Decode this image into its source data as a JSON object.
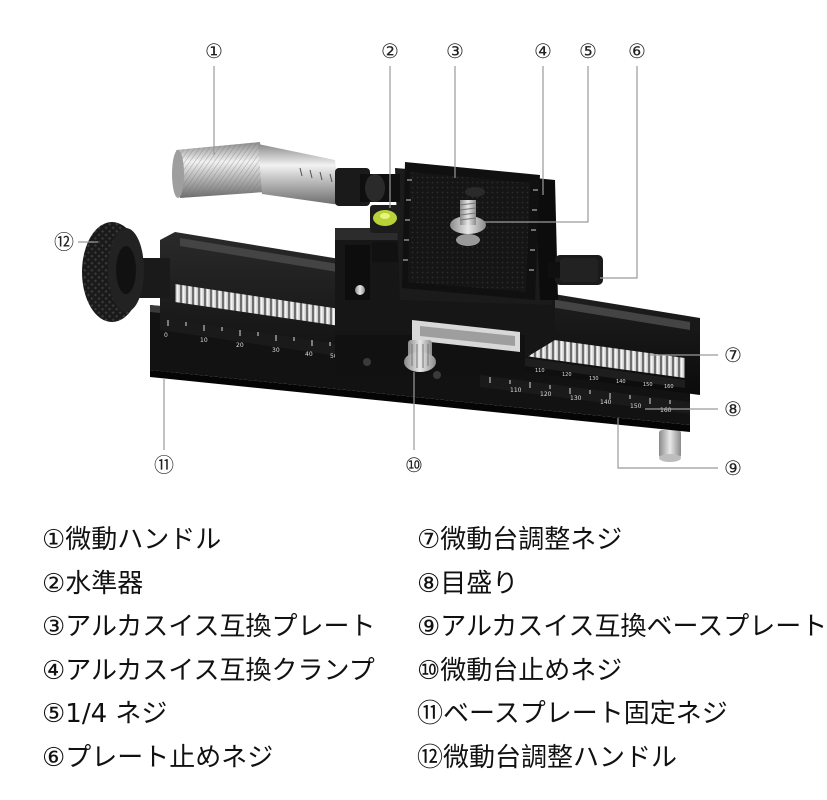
{
  "callouts": [
    "①",
    "②",
    "③",
    "④",
    "⑤",
    "⑥",
    "⑦",
    "⑧",
    "⑨",
    "⑩",
    "⑪",
    "⑫"
  ],
  "scale_labels": {
    "front_left": [
      "0",
      "10",
      "20",
      "30",
      "40",
      "50"
    ],
    "front_right": [
      "110",
      "120",
      "130",
      "140",
      "150",
      "160"
    ],
    "slider": [
      "110",
      "120",
      "130",
      "140",
      "150",
      "160"
    ]
  },
  "legend_left": [
    "①微動ハンドル",
    "②水準器",
    "③アルカスイス互換プレート",
    "④アルカスイス互換クランプ",
    "⑤1/4 ネジ",
    "⑥プレート止めネジ"
  ],
  "legend_right": [
    "⑦微動台調整ネジ",
    "⑧目盛り",
    "⑨アルカスイス互換ベースプレート",
    "⑩微動台止めネジ",
    "⑪ベースプレート固定ネジ",
    "⑫微動台調整ハンドル"
  ]
}
